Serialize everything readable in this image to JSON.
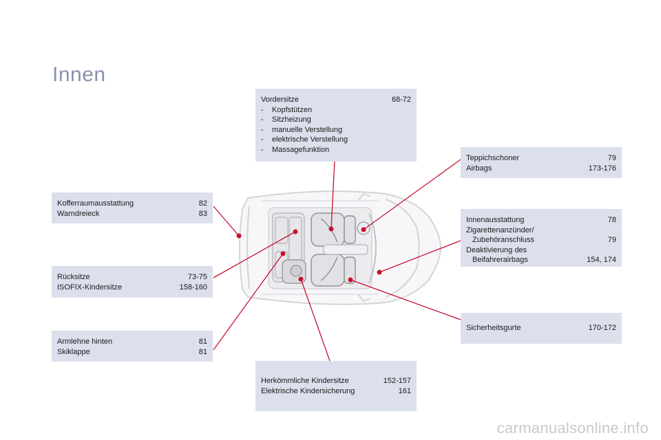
{
  "page_title": "Innen",
  "boxes": {
    "vordersitze": {
      "title": "Vordersitze",
      "title_pages": "68-72",
      "items": [
        "Kopfstützen",
        "Sitzheizung",
        "manuelle Verstellung",
        "elektrische Verstellung",
        "Massagefunktion"
      ]
    },
    "teppich": {
      "rows": [
        {
          "label": "Teppichschoner",
          "pages": "79"
        },
        {
          "label": "Airbags",
          "pages": "173-176"
        }
      ]
    },
    "koffer": {
      "rows": [
        {
          "label": "Kofferraumausstattung",
          "pages": "82"
        },
        {
          "label": "Warndreieck",
          "pages": "83"
        }
      ]
    },
    "innen": {
      "line1": "Innenausstattung",
      "line1_pages": "78",
      "line2": "Zigarettenanzünder/",
      "line3": "Zubehöranschluss",
      "line3_pages": "79",
      "line4": "Deaktivierung des",
      "line5": "Beifahrerairbags",
      "line5_pages": "154, 174"
    },
    "ruecksitze": {
      "rows": [
        {
          "label": "Rücksitze",
          "pages": "73-75"
        },
        {
          "label": "ISOFIX-Kindersitze",
          "pages": "158-160"
        }
      ]
    },
    "armlehne": {
      "rows": [
        {
          "label": "Armlehne hinten",
          "pages": "81"
        },
        {
          "label": "Skiklappe",
          "pages": "81"
        }
      ]
    },
    "gurte": {
      "rows": [
        {
          "label": "Sicherheitsgurte",
          "pages": "170-172"
        }
      ]
    },
    "kinder": {
      "rows": [
        {
          "label": "Herkömmliche Kindersitze",
          "pages": "152-157"
        },
        {
          "label": "Elektrische Kindersicherung",
          "pages": "161"
        }
      ]
    }
  },
  "colors": {
    "box_bg": "#dcdfec",
    "title": "#8a8fb0",
    "callout": "#c8102e"
  },
  "watermark": "carmanualsonline.info"
}
